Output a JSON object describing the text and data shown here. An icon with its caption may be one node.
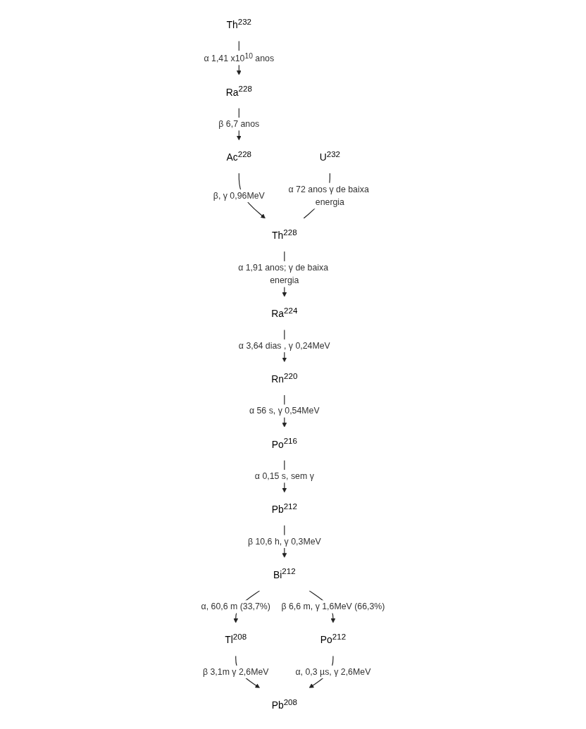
{
  "diagram": {
    "nodes": [
      {
        "text": [
          "Th$^{232}$"
        ]
      },
      {
        "text": [
          "Ra$^{228}$"
        ]
      },
      {
        "text": [
          "U$^{232}$"
        ]
      },
      {
        "text": [
          "Ac$^{228}$"
        ]
      },
      {
        "text": [
          "Th$^{228}$"
        ]
      },
      {
        "text": [
          "Ra$^{224}$"
        ]
      },
      {
        "text": [
          "Rn$^{220}$"
        ]
      },
      {
        "text": [
          "Po$^{216}$"
        ]
      },
      {
        "text": [
          "Pb$^{212}$"
        ]
      },
      {
        "text": [
          "Bi$^{212}$"
        ]
      },
      {
        "text": [
          "Tl$^{208}$"
        ]
      },
      {
        "text": [
          "Po$^{212}$"
        ]
      },
      {
        "text": [
          "Pb$^{208}$"
        ]
      }
    ],
    "edges": [
      {
        "from": 0,
        "to": 1,
        "arrow": "to",
        "label": "α 1,41 x10$^{10}$ anos"
      },
      {
        "from": 1,
        "to": 3,
        "arrow": "to",
        "label": "β 6,7 anos"
      },
      {
        "from": 3,
        "to": 4,
        "arrow": "to",
        "label": "β, γ 0,96MeV"
      },
      {
        "from": 2,
        "to": 4,
        "arrow": "none",
        "label": "α 72 anos γ de baixa energia"
      },
      {
        "from": 4,
        "to": 5,
        "arrow": "to",
        "label": "α 1,91 anos; γ de baixa energia"
      },
      {
        "from": 5,
        "to": 6,
        "arrow": "to",
        "label": "α 3,64 dias , γ 0,24MeV"
      },
      {
        "from": 6,
        "to": 7,
        "arrow": "to",
        "label": "α 56 s, γ 0,54MeV"
      },
      {
        "from": 7,
        "to": 8,
        "arrow": "to",
        "label": "α 0,15 s, sem γ"
      },
      {
        "from": 8,
        "to": 9,
        "arrow": "to",
        "label": "β 10,6 h, γ 0,3MeV"
      },
      {
        "from": 9,
        "to": 10,
        "arrow": "to",
        "label": "α, 60,6 m (33,7%)"
      },
      {
        "from": 9,
        "to": 11,
        "arrow": "to",
        "label": "β 6,6 m, γ 1,6MeV (66,3%)"
      },
      {
        "from": 10,
        "to": 12,
        "arrow": "to",
        "label": "β 3,1m γ 2,6MeV"
      },
      {
        "from": 11,
        "to": 12,
        "arrow": "to",
        "label": "α, 0,3 µs, γ 2,6MeV"
      }
    ]
  }
}
